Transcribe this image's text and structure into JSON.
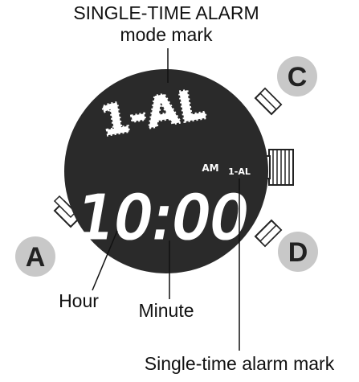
{
  "labels": {
    "mode_mark_line1": "SINGLE-TIME ALARM",
    "mode_mark_line2": "mode mark",
    "hour": "Hour",
    "minute": "Minute",
    "alarm_mark": "Single-time alarm mark"
  },
  "display": {
    "mode": "1-AL",
    "time": "10:00",
    "ampm": "AM",
    "alarm_indicator": "1-AL"
  },
  "buttons": {
    "a": "A",
    "c": "C",
    "d": "D"
  },
  "colors": {
    "watch_face": "#2a2a2a",
    "button_badge": "#c8c8c8",
    "lcd_segment": "#ffffff"
  }
}
